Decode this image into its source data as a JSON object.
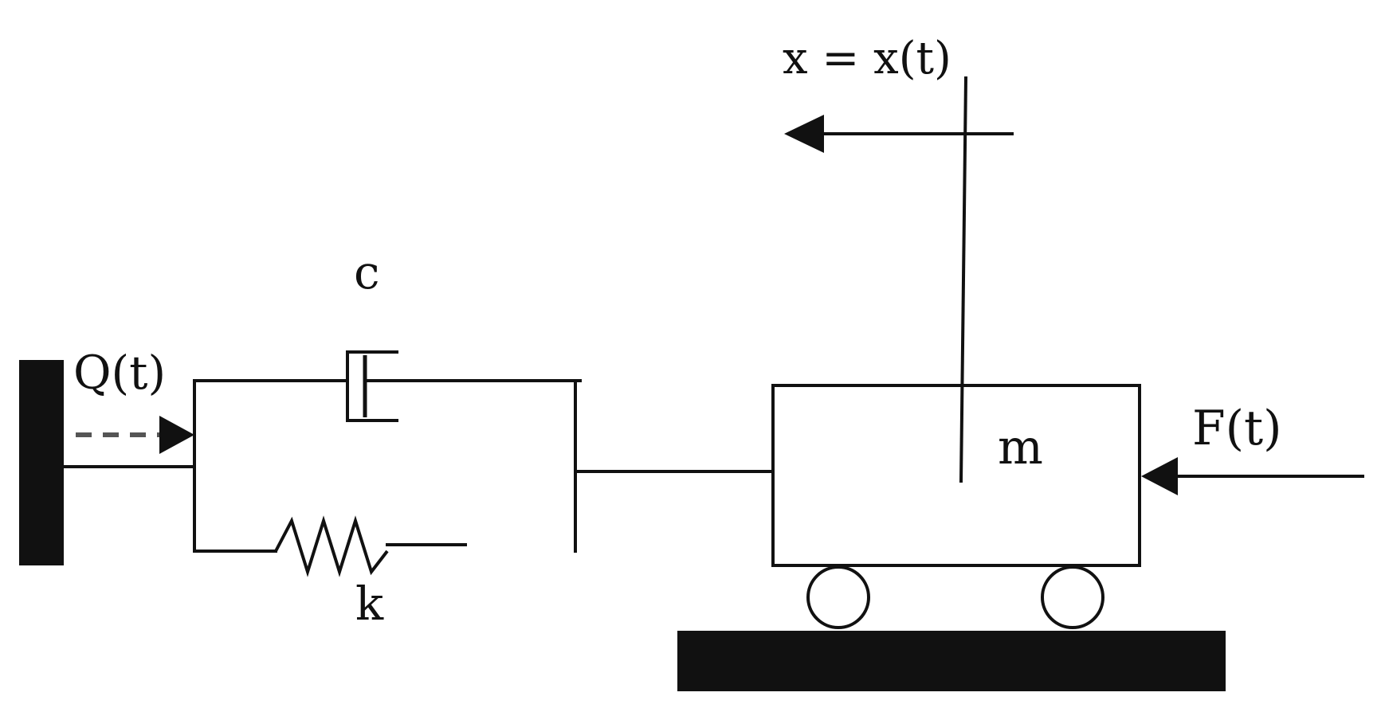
{
  "labels": {
    "displacement": "x = x(t)",
    "damper": "c",
    "base_input": "Q(t)",
    "spring": "k",
    "mass": "m",
    "force": "F(t)"
  },
  "colors": {
    "ink": "#111111",
    "dashed_arrow": "#555555",
    "background": "#ffffff"
  }
}
